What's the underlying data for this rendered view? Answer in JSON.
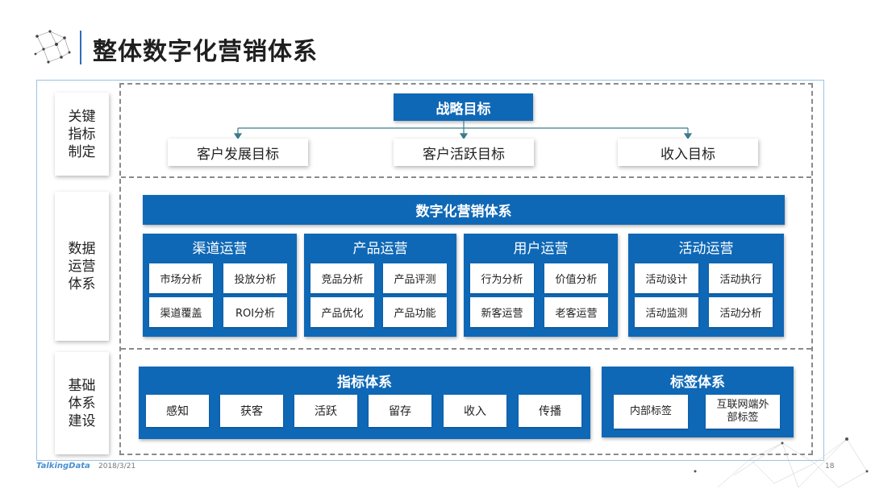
{
  "header": {
    "title": "整体数字化营销体系"
  },
  "sections": {
    "kpi": "关键指标制定",
    "ops": "数据运营体系",
    "foundation": "基础体系建设"
  },
  "strategy": {
    "label": "战略目标",
    "goals": [
      "客户发展目标",
      "客户活跃目标",
      "收入目标"
    ]
  },
  "marketing_system": {
    "label": "数字化营销体系",
    "modules": [
      {
        "title": "渠道运营",
        "items": [
          "市场分析",
          "投放分析",
          "渠道覆盖",
          "ROI分析"
        ]
      },
      {
        "title": "产品运营",
        "items": [
          "竞品分析",
          "产品评测",
          "产品优化",
          "产品功能"
        ]
      },
      {
        "title": "用户运营",
        "items": [
          "行为分析",
          "价值分析",
          "新客运营",
          "老客运营"
        ]
      },
      {
        "title": "活动运营",
        "items": [
          "活动设计",
          "活动执行",
          "活动监测",
          "活动分析"
        ]
      }
    ]
  },
  "metrics": {
    "label": "指标体系",
    "items": [
      "感知",
      "获客",
      "活跃",
      "留存",
      "收入",
      "传播"
    ]
  },
  "tags": {
    "label": "标签体系",
    "items": [
      "内部标签",
      "互联网端外部标签"
    ]
  },
  "footer": {
    "brand": "TalkingData",
    "date": "2018/3/21",
    "page": "18"
  },
  "colors": {
    "primary": "#0f68b6",
    "frame": "#9cc3e6",
    "dash": "#8a8a8a"
  }
}
